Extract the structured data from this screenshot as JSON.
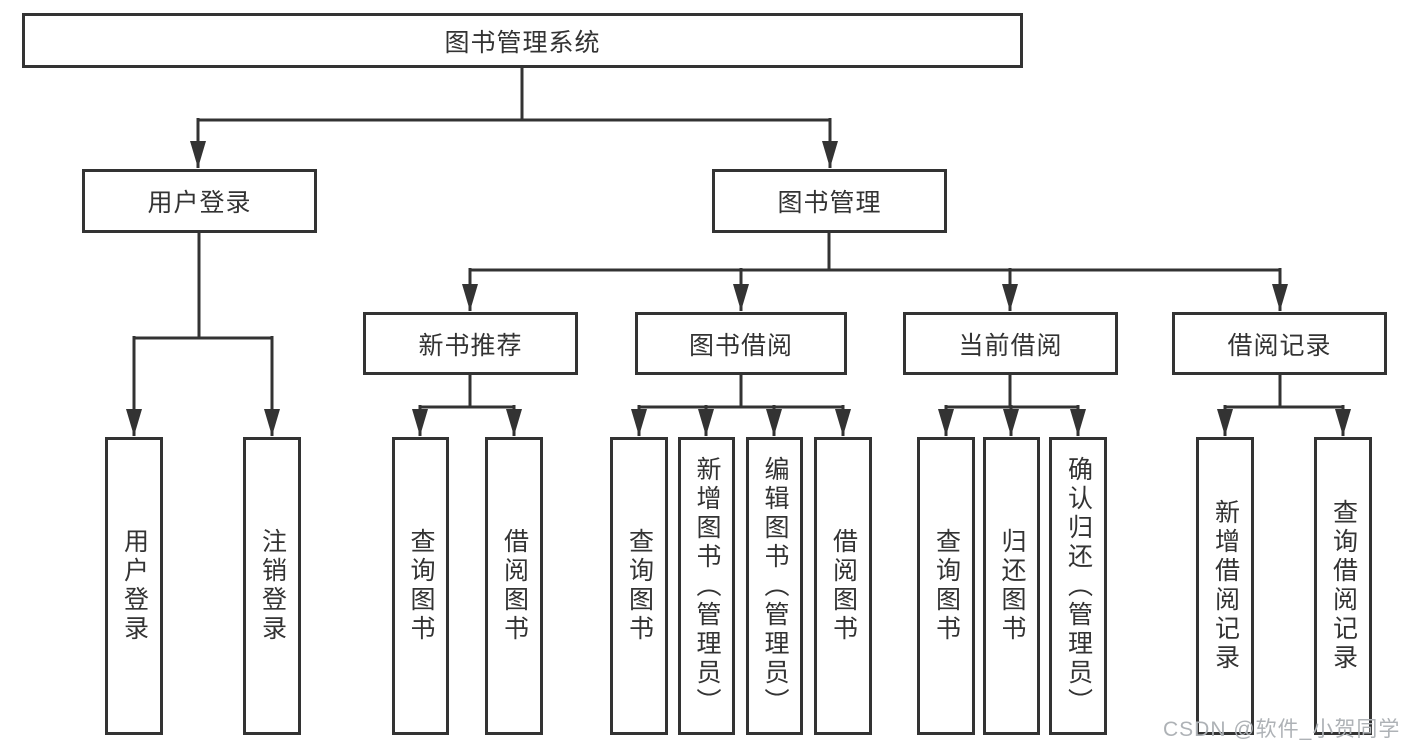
{
  "diagram": {
    "root": {
      "label": "图书管理系统"
    },
    "user_login": {
      "label": "用户登录",
      "children": [
        {
          "label": "用户登录"
        },
        {
          "label": "注销登录"
        }
      ]
    },
    "book_management": {
      "label": "图书管理",
      "sections": [
        {
          "label": "新书推荐",
          "children": [
            {
              "label": "查询图书"
            },
            {
              "label": "借阅图书"
            }
          ]
        },
        {
          "label": "图书借阅",
          "children": [
            {
              "label": "查询图书"
            },
            {
              "label": "新增图书（管理员）"
            },
            {
              "label": "编辑图书（管理员）"
            },
            {
              "label": "借阅图书"
            }
          ]
        },
        {
          "label": "当前借阅",
          "children": [
            {
              "label": "查询图书"
            },
            {
              "label": "归还图书"
            },
            {
              "label": "确认归还（管理员）"
            }
          ]
        },
        {
          "label": "借阅记录",
          "children": [
            {
              "label": "新增借阅记录"
            },
            {
              "label": "查询借阅记录"
            }
          ]
        }
      ]
    }
  },
  "watermark": {
    "text": "CSDN @软件_小贺同学"
  },
  "colors": {
    "line": "#333333",
    "box_border": "#333333",
    "text": "#333333",
    "background": "#ffffff",
    "watermark": "#aeb2b6"
  }
}
